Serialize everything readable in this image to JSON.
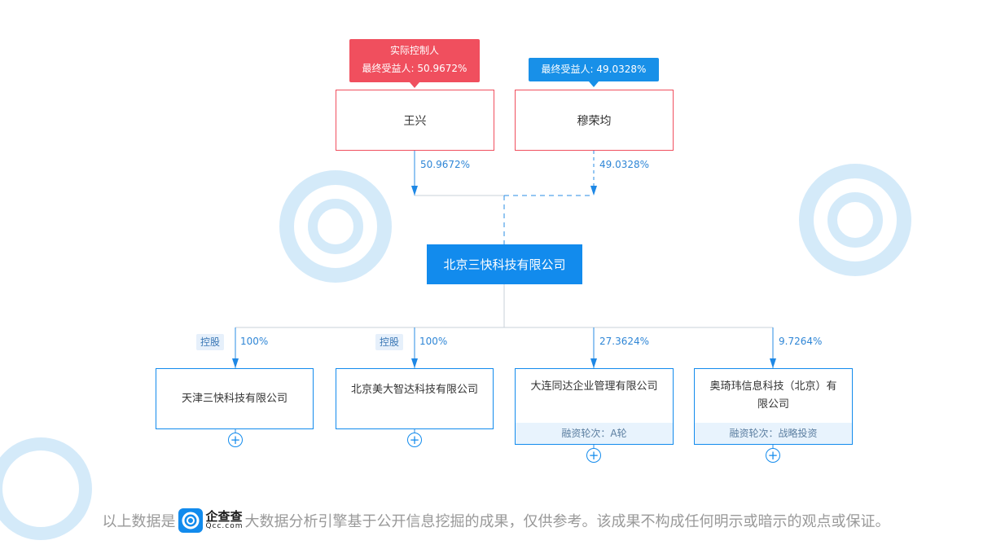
{
  "controller_tag": {
    "title": "实际控制人",
    "subtitle": "最终受益人: 50.9672%"
  },
  "beneficiary_tag": {
    "text": "最终受益人: 49.0328%"
  },
  "shareholders": [
    {
      "name": "王兴",
      "percent": "50.9672%"
    },
    {
      "name": "穆荣均",
      "percent": "49.0328%"
    }
  ],
  "company": {
    "name": "北京三快科技有限公司"
  },
  "investments": [
    {
      "name": "天津三快科技有限公司",
      "percent": "100%",
      "badge": "控股",
      "round": ""
    },
    {
      "name": "北京美大智达科技有限公司",
      "percent": "100%",
      "badge": "控股",
      "round": ""
    },
    {
      "name": "大连同达企业管理有限公司",
      "percent": "27.3624%",
      "badge": "",
      "round": "融资轮次：A轮"
    },
    {
      "name": "奥琦玮信息科技（北京）有限公司",
      "percent": "9.7264%",
      "badge": "",
      "round": "融资轮次：战略投资"
    }
  ],
  "expand_symbol": "+",
  "footer": {
    "prefix": "以上数据是",
    "logo_cn": "企查查",
    "logo_en": "Qcc.com",
    "suffix": "大数据分析引擎基于公开信息挖掘的成果，仅供参考。该成果不构成任何明示或暗示的观点或保证。"
  },
  "watermark": {
    "cn": "企查查",
    "en": "Qcc.com"
  },
  "colors": {
    "red": "#f04f5e",
    "blue": "#128bed",
    "line": "#b8c4d0"
  }
}
